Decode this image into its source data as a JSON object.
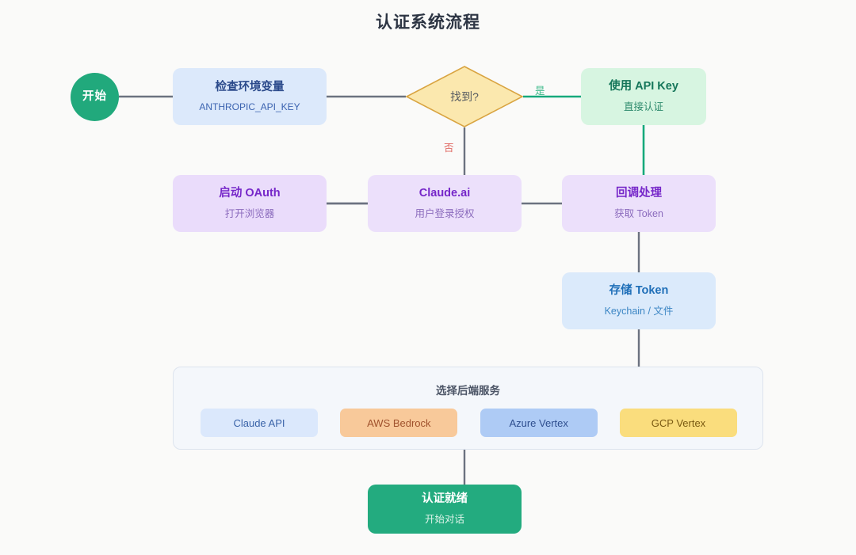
{
  "title": "认证系统流程",
  "colors": {
    "background": "#fafaf9",
    "edge": "#6b7280",
    "edge_yes": "#16a97c",
    "label_yes": "#3cb98a",
    "label_no": "#e06a64",
    "start_fill": "#21a97c",
    "end_fill": "#23ab7f",
    "diamond_fill": "#fbe8ae",
    "diamond_stroke": "#d9a441",
    "blue_fill": "#dce9fb",
    "green_fill": "#d7f5e1",
    "purple_fill": "#ece0fb",
    "group_fill": "#f4f7fb",
    "group_border": "#dde4ee"
  },
  "nodes": {
    "start": {
      "title": "开始"
    },
    "env_check": {
      "title": "检查环境变量",
      "subtitle": "ANTHROPIC_API_KEY"
    },
    "decision": {
      "label": "找到?"
    },
    "api_key": {
      "title": "使用 API Key",
      "subtitle": "直接认证"
    },
    "oauth": {
      "title": "启动 OAuth",
      "subtitle": "打开浏览器"
    },
    "claude_ai": {
      "title": "Claude.ai",
      "subtitle": "用户登录授权"
    },
    "callback": {
      "title": "回调处理",
      "subtitle": "获取 Token"
    },
    "store_token": {
      "title": "存储 Token",
      "subtitle": "Keychain / 文件"
    },
    "ready": {
      "title": "认证就绪",
      "subtitle": "开始对话"
    }
  },
  "backend_group": {
    "title": "选择后端服务",
    "items": [
      {
        "label": "Claude API"
      },
      {
        "label": "AWS Bedrock"
      },
      {
        "label": "Azure Vertex"
      },
      {
        "label": "GCP Vertex"
      }
    ]
  },
  "edge_labels": {
    "yes": "是",
    "no": "否"
  }
}
